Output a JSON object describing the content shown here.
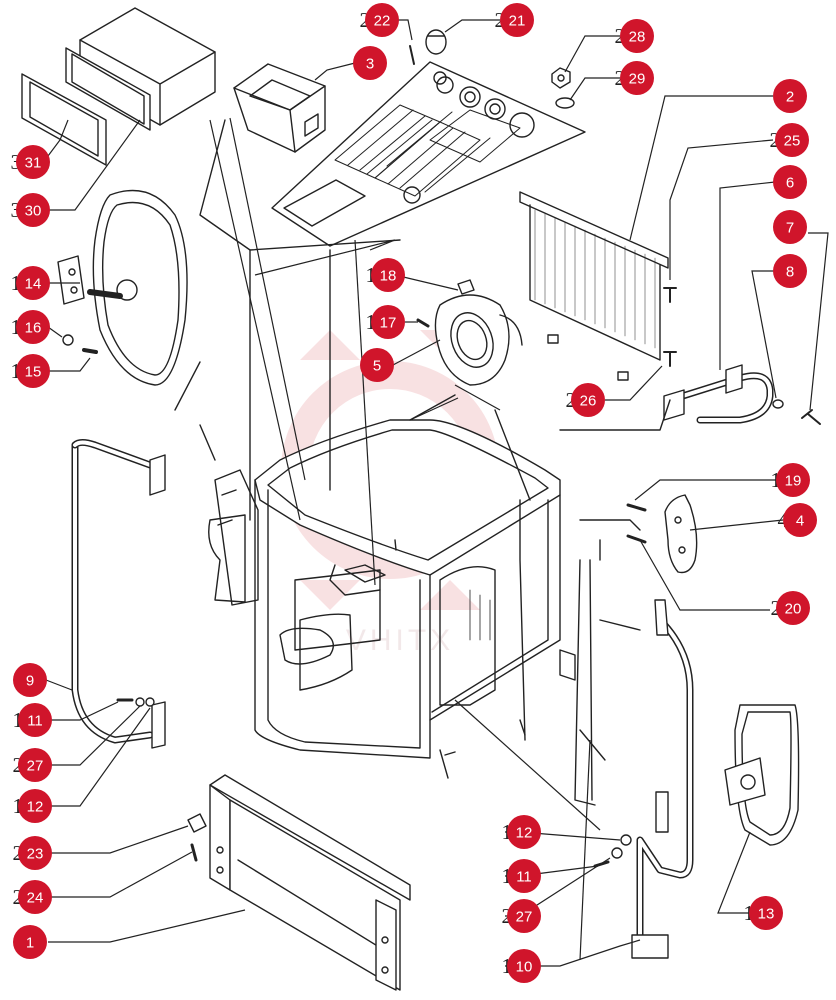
{
  "diagram": {
    "watermark_text": "VHITX",
    "badge_color": "#d0152b",
    "line_color": "#222222",
    "watermark_color": "#f3c9cc",
    "callouts": [
      {
        "id": "c22",
        "label": "22",
        "ghost": "2"
      },
      {
        "id": "c21",
        "label": "21",
        "ghost": "2"
      },
      {
        "id": "c28",
        "label": "28",
        "ghost": "2"
      },
      {
        "id": "c3",
        "label": "3",
        "ghost": ""
      },
      {
        "id": "c29",
        "label": "29",
        "ghost": "2"
      },
      {
        "id": "c2",
        "label": "2",
        "ghost": ""
      },
      {
        "id": "c25",
        "label": "25",
        "ghost": "2"
      },
      {
        "id": "c6",
        "label": "6",
        "ghost": ""
      },
      {
        "id": "c7",
        "label": "7",
        "ghost": ""
      },
      {
        "id": "c31",
        "label": "31",
        "ghost": "3"
      },
      {
        "id": "c30",
        "label": "30",
        "ghost": "3"
      },
      {
        "id": "c18",
        "label": "18",
        "ghost": "1"
      },
      {
        "id": "c8",
        "label": "8",
        "ghost": ""
      },
      {
        "id": "c14",
        "label": "14",
        "ghost": "1"
      },
      {
        "id": "c17",
        "label": "17",
        "ghost": "1"
      },
      {
        "id": "c16",
        "label": "16",
        "ghost": "1"
      },
      {
        "id": "c5",
        "label": "5",
        "ghost": ""
      },
      {
        "id": "c15",
        "label": "15",
        "ghost": "1"
      },
      {
        "id": "c26",
        "label": "26",
        "ghost": "2"
      },
      {
        "id": "c19",
        "label": "19",
        "ghost": "1"
      },
      {
        "id": "c4",
        "label": "4",
        "ghost": "4"
      },
      {
        "id": "c20",
        "label": "20",
        "ghost": "2"
      },
      {
        "id": "c9",
        "label": "9",
        "ghost": ""
      },
      {
        "id": "c11a",
        "label": "11",
        "ghost": "1"
      },
      {
        "id": "c27a",
        "label": "27",
        "ghost": "2"
      },
      {
        "id": "c12a",
        "label": "12",
        "ghost": "1"
      },
      {
        "id": "c12b",
        "label": "12",
        "ghost": "1"
      },
      {
        "id": "c23",
        "label": "23",
        "ghost": "2"
      },
      {
        "id": "c11b",
        "label": "11",
        "ghost": "1"
      },
      {
        "id": "c24",
        "label": "24",
        "ghost": "2"
      },
      {
        "id": "c13",
        "label": "13",
        "ghost": "1"
      },
      {
        "id": "c27b",
        "label": "27",
        "ghost": "2"
      },
      {
        "id": "c1",
        "label": "1",
        "ghost": ""
      },
      {
        "id": "c10",
        "label": "10",
        "ghost": "1"
      }
    ]
  }
}
